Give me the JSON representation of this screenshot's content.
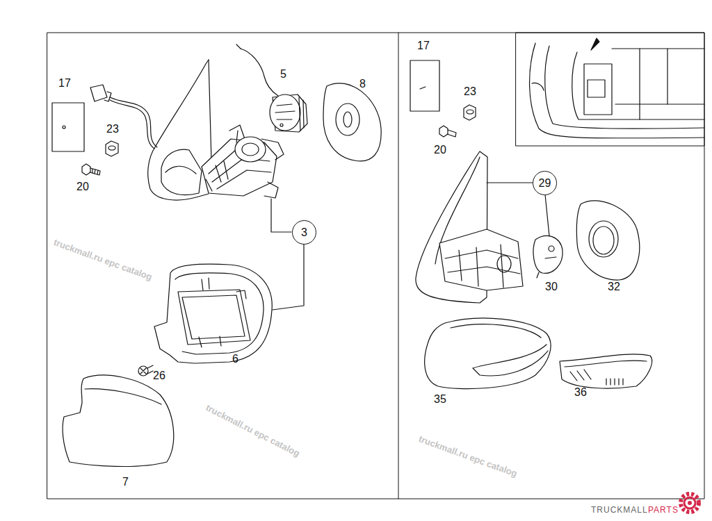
{
  "diagram": {
    "nodes": [
      {
        "text": [
          "3"
        ]
      },
      {
        "text": [
          "29"
        ]
      }
    ],
    "labels": [
      "17",
      "5",
      "8",
      "23",
      "20",
      "6",
      "26",
      "7",
      "17",
      "23",
      "20",
      "30",
      "32",
      "35",
      "36",
      "truckmall.ru epc catalog",
      "truckmall.ru epc catalog",
      "truckmall.ru epc catalog",
      "TRUCKMALL",
      "PARTS"
    ]
  }
}
